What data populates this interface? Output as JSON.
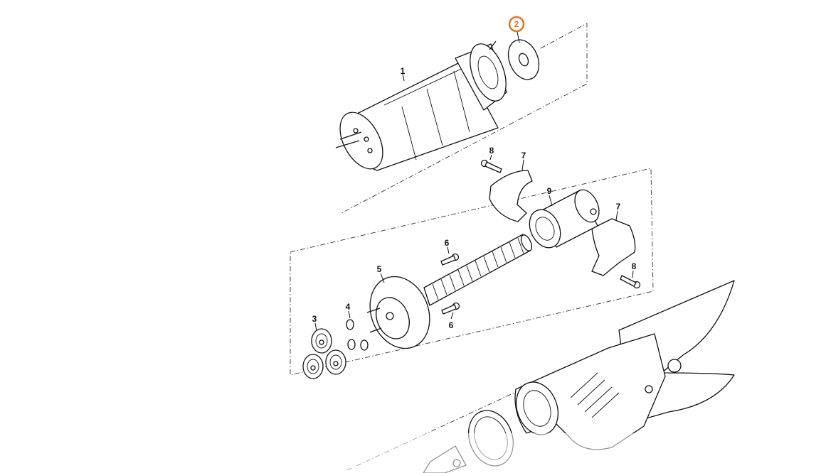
{
  "diagram": {
    "highlight_color": "#e8731f",
    "highlighted_part": "2",
    "callouts": [
      "1",
      "2",
      "3",
      "4",
      "5",
      "6",
      "6",
      "7",
      "7",
      "8",
      "8",
      "9"
    ]
  }
}
